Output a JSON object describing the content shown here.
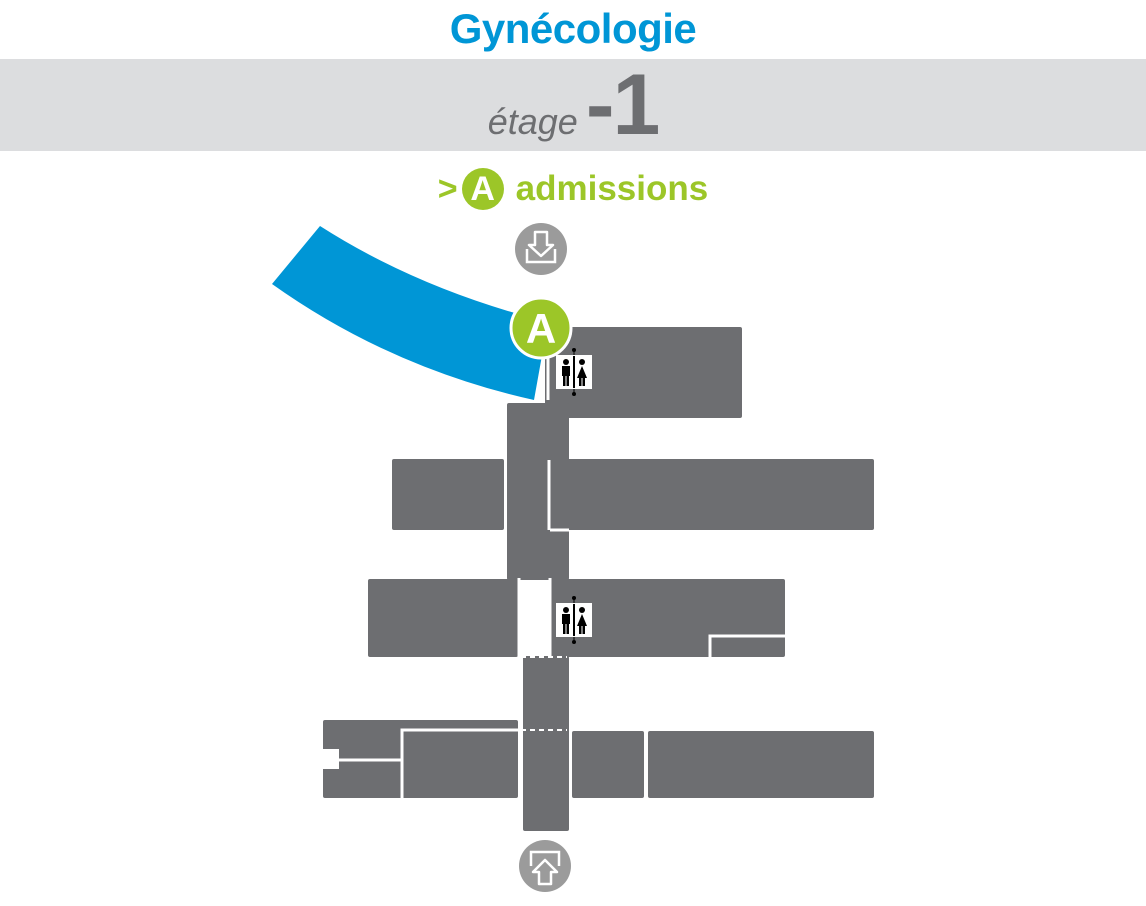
{
  "header": {
    "title": "Gynécologie",
    "floor_word": "étage",
    "floor_number": "-1"
  },
  "legend": {
    "arrow": ">",
    "badge_letter": "A",
    "label": "admissions"
  },
  "map": {
    "marker_letter": "A",
    "icons": [
      "arrival-entrance-icon",
      "exit-icon",
      "restroom-icon"
    ]
  },
  "colors": {
    "title": "#0096d6",
    "band": "#dcdddf",
    "floor_text": "#6d6e71",
    "accent_green": "#9cc628",
    "route_blue": "#0096d6",
    "building": "#6d6e71",
    "icon_gray": "#9b9b9b"
  }
}
